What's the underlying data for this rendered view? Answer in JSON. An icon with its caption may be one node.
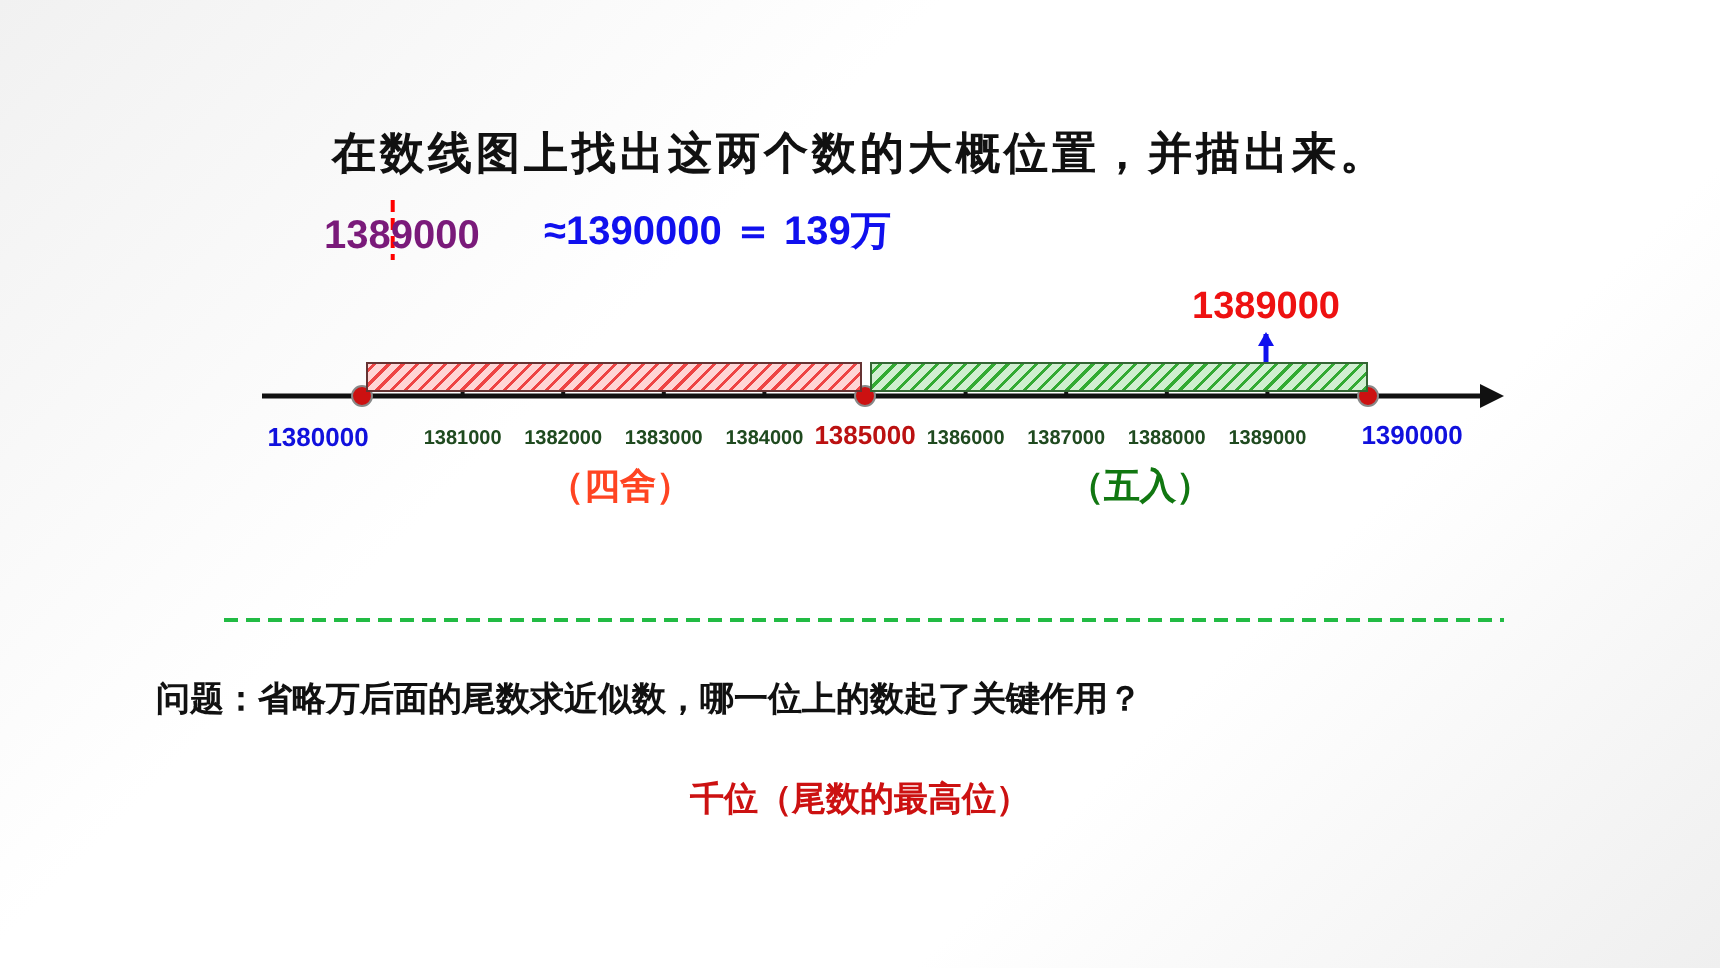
{
  "diagram": {
    "title": "在数线图上找出这两个数的大概位置，并描出来。",
    "nodes": [
      {
        "text": [
          "1389000"
        ]
      },
      {
        "text": [],
        "shape": "bar"
      },
      {
        "text": [],
        "shape": "bar"
      }
    ],
    "edges": [
      {
        "from": 2,
        "to": 0,
        "arrow": "to"
      }
    ],
    "labels": [
      "1389000",
      "≈1390000 ＝ 139万",
      "1380000",
      "1381000",
      "1382000",
      "1383000",
      "1384000",
      "1385000",
      "1386000",
      "1387000",
      "1388000",
      "1389000",
      "1390000",
      "（四舍）",
      "（五入）",
      "问题：省略万后面的尾数求近似数，哪一位上的数起了关键作用？",
      "千位（尾数的最高位）"
    ]
  }
}
